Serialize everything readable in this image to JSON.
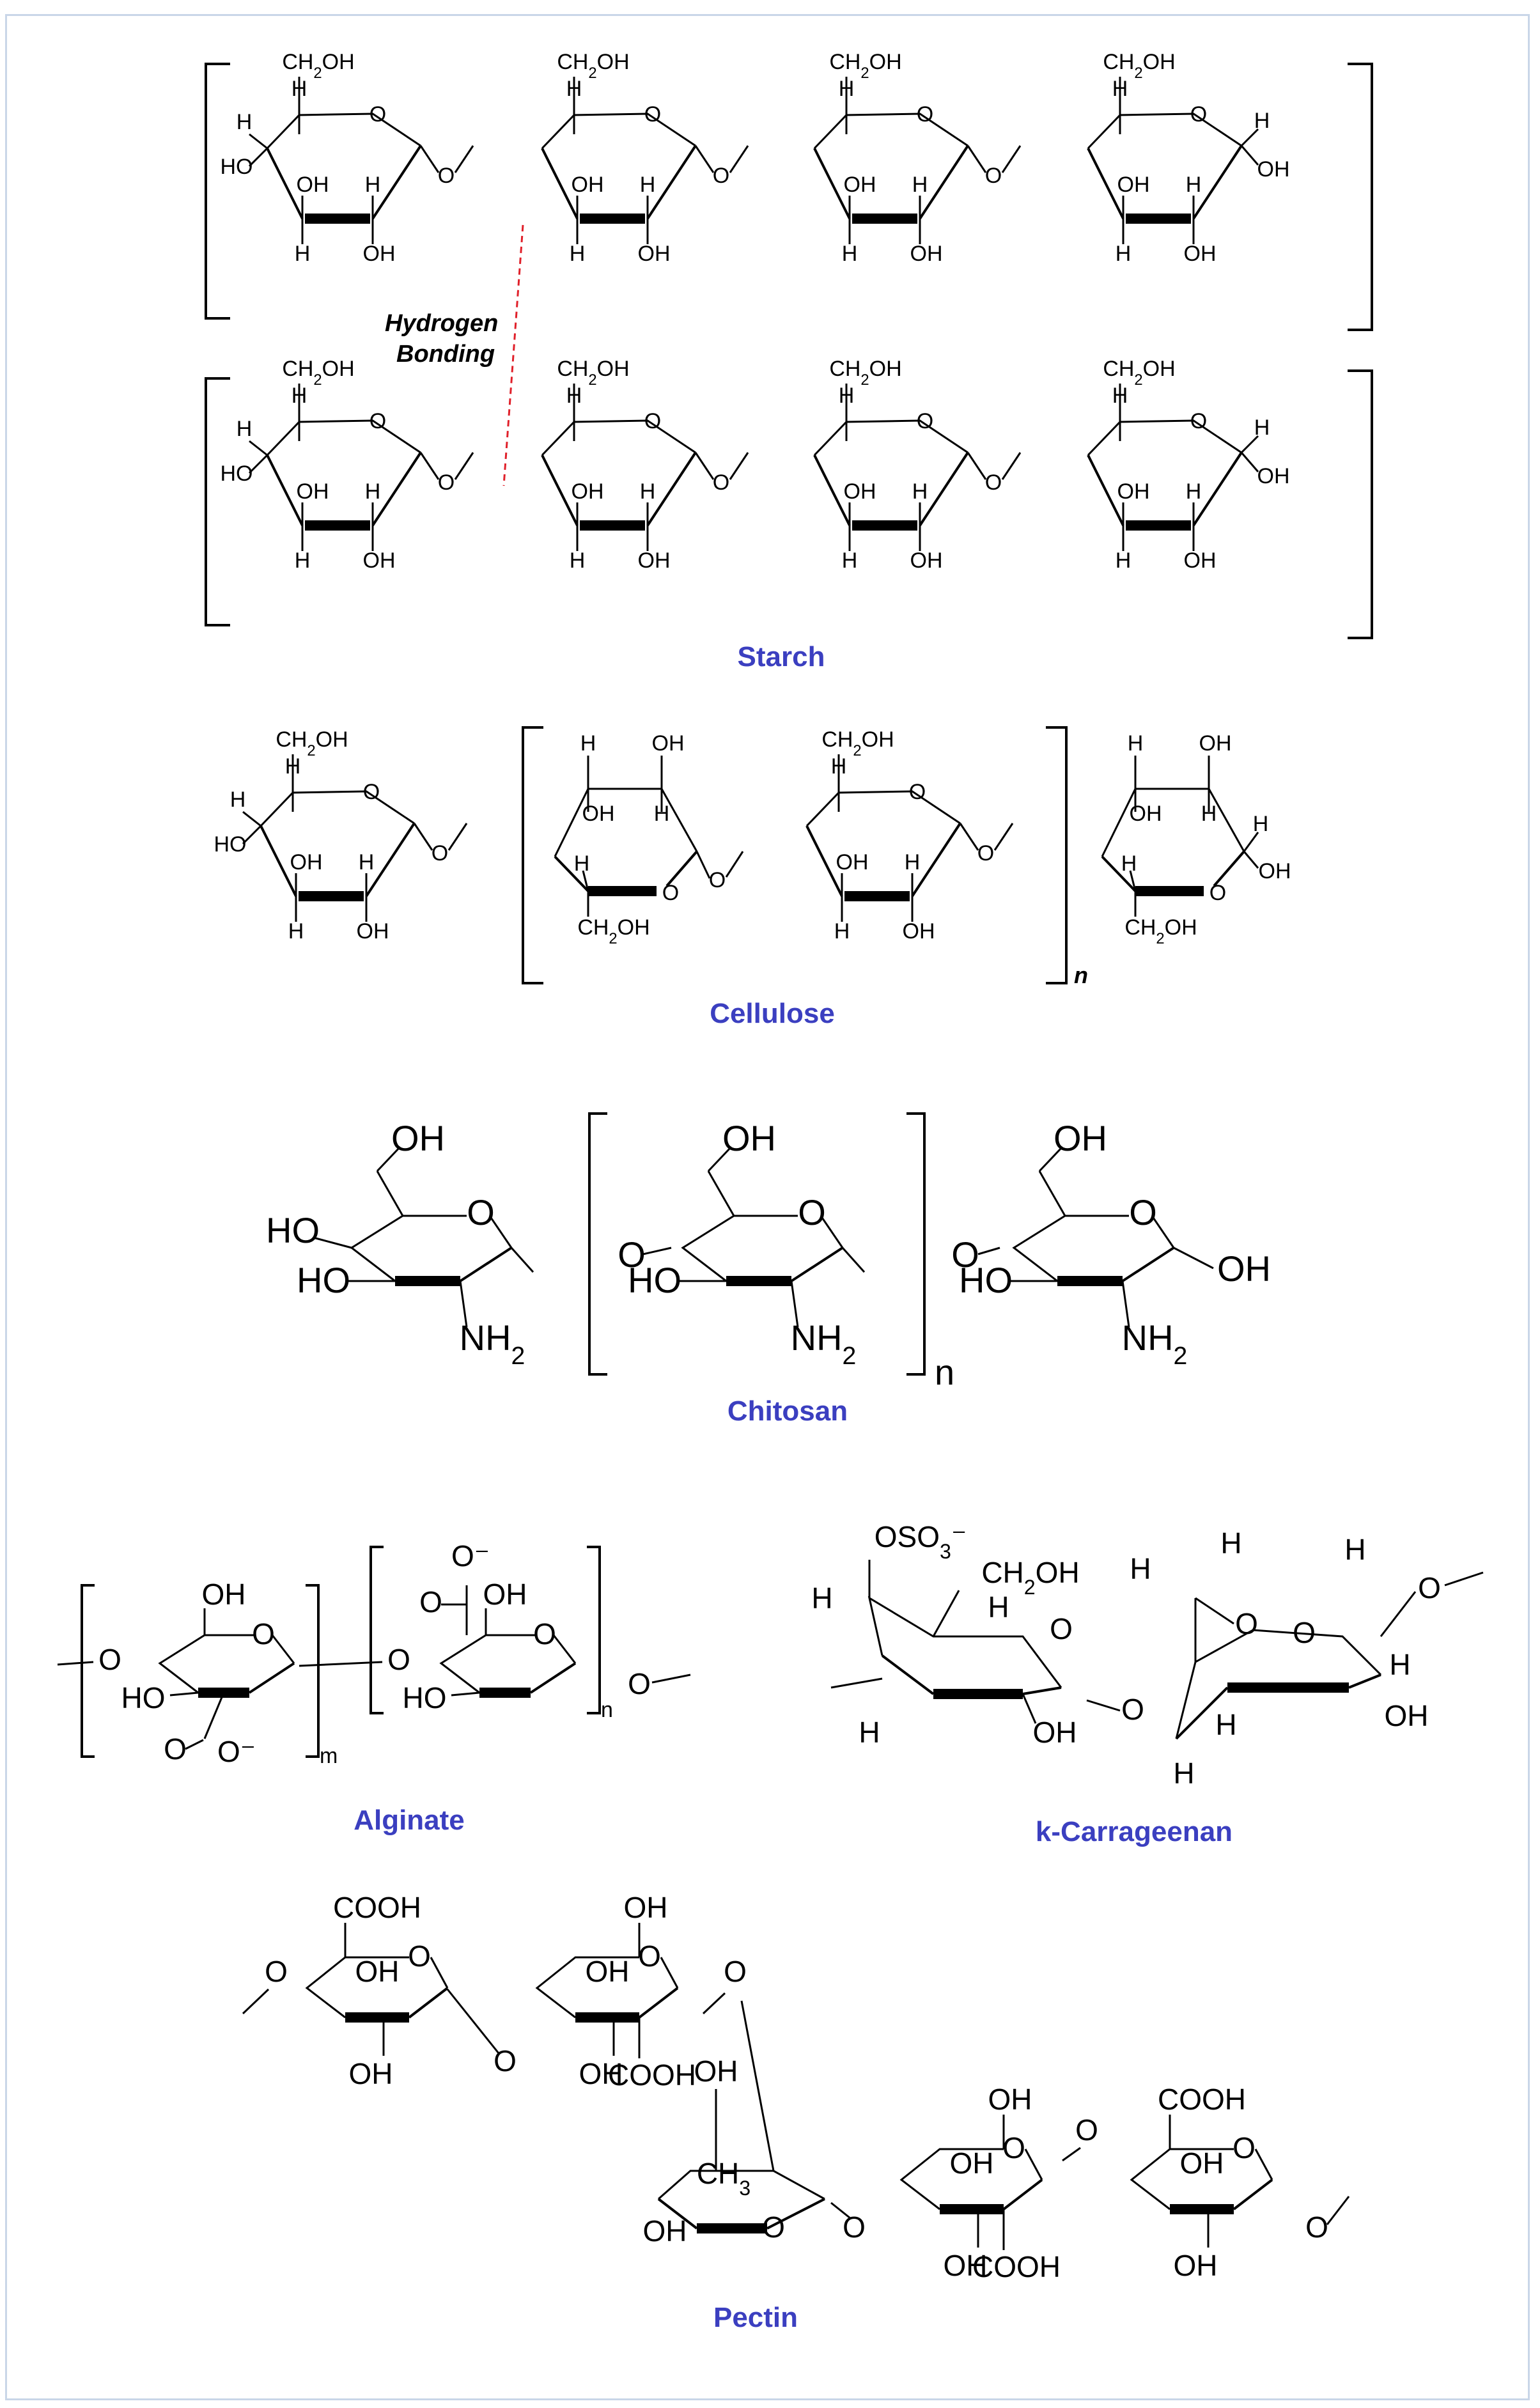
{
  "titles": {
    "starch": "Starch",
    "cellulose": "Cellulose",
    "chitosan": "Chitosan",
    "alginate": "Alginate",
    "carrageenan": "k-Carrageenan",
    "pectin": "Pectin"
  },
  "annotations": {
    "hydrogen": "Hydrogen",
    "bonding": "Bonding"
  },
  "atoms": {
    "ch2oh": "CH2OH",
    "oh": "OH",
    "ho": "HO",
    "h": "H",
    "o": "O",
    "nh2": "NH2",
    "cooh": "COOH",
    "ch3": "CH3",
    "oso3": "OSO3⁻",
    "o_minus": "O⁻",
    "n": "n",
    "m": "m"
  },
  "colors": {
    "title": "#3b3fc0",
    "hbond": "#e0202a",
    "frame": "#c9d6e8"
  }
}
